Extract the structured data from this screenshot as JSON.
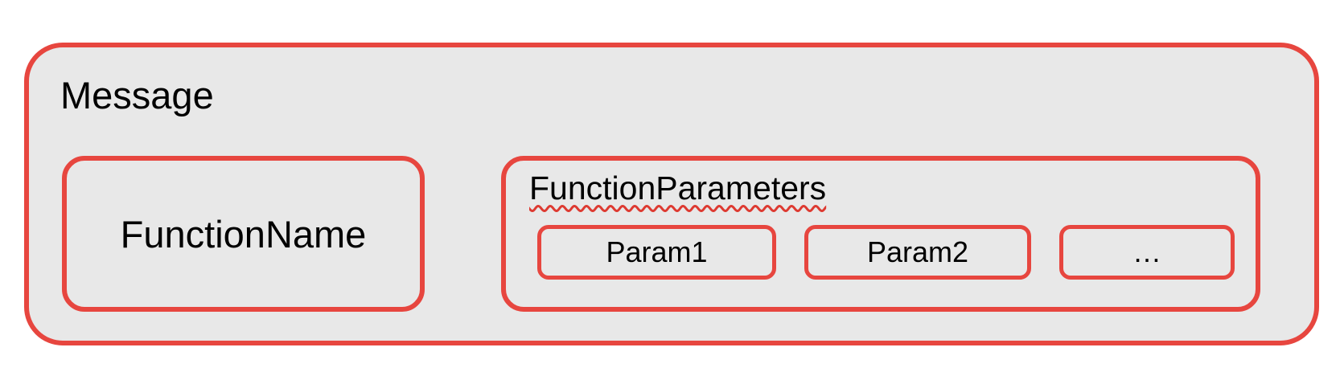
{
  "diagram": {
    "message_label": "Message",
    "function_name_label": "FunctionName",
    "function_parameters_label": "FunctionParameters",
    "parameters": [
      "Param1",
      "Param2",
      "…"
    ]
  },
  "colors": {
    "border_red": "#e7463f",
    "box_fill": "#e8e8e8",
    "squiggle_red": "#dd3a31",
    "text_black": "#000000",
    "page_bg": "#ffffff"
  }
}
